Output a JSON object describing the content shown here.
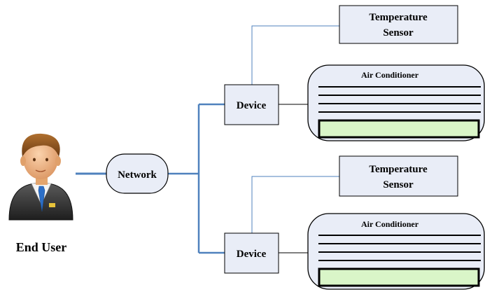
{
  "user": {
    "label": "End User",
    "icon": "businessman-avatar-icon"
  },
  "network": {
    "label": "Network"
  },
  "branches": [
    {
      "sensor": {
        "line1": "Temperature",
        "line2": "Sensor"
      },
      "device": {
        "label": "Device"
      },
      "ac": {
        "title": "Air Conditioner"
      }
    },
    {
      "sensor": {
        "line1": "Temperature",
        "line2": "Sensor"
      },
      "device": {
        "label": "Device"
      },
      "ac": {
        "title": "Air Conditioner"
      }
    }
  ],
  "colors": {
    "link_blue": "#4f81bd",
    "box_fill": "#e9edf7",
    "ac_bar_fill": "#d9f5c8",
    "outline": "#000000"
  }
}
